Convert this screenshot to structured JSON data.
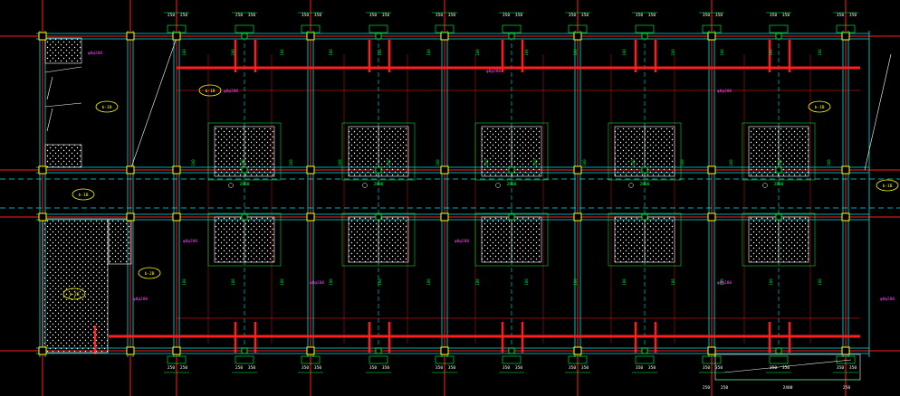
{
  "colors": {
    "background": "#000000",
    "axis": "#ff2020",
    "beam": "#00e5e5",
    "dimension": "#00ff40",
    "rebar": "#ff1e1e",
    "tag": "#ff40ff",
    "label_bubble": "#ffff00",
    "hatch": "#ffffff",
    "white": "#ffffff"
  },
  "drawing": {
    "dim_top_labels": [
      "250",
      "250",
      "350",
      "350",
      "350",
      "350",
      "350",
      "350",
      "350",
      "350",
      "350",
      "350"
    ],
    "dim_bottom_labels": [
      "250",
      "250",
      "350",
      "350",
      "350",
      "350",
      "350",
      "350",
      "350",
      "350",
      "350",
      "350"
    ],
    "pile_dim_labels": [
      "2800",
      "2800",
      "2800",
      "2800",
      "2800"
    ],
    "bubble_labels": [
      "b-1B",
      "b-1B",
      "b-1B",
      "b-1B",
      "b-1B",
      "b-2B",
      "b-2B"
    ],
    "tags": [
      "φ8@200",
      "φ8@200",
      "φ8@200",
      "φ8@200",
      "φ8@200",
      "φ8@200",
      "φ8@200",
      "φ8@200"
    ],
    "legend_labels": [
      "250",
      "250",
      "2400",
      "250"
    ]
  }
}
